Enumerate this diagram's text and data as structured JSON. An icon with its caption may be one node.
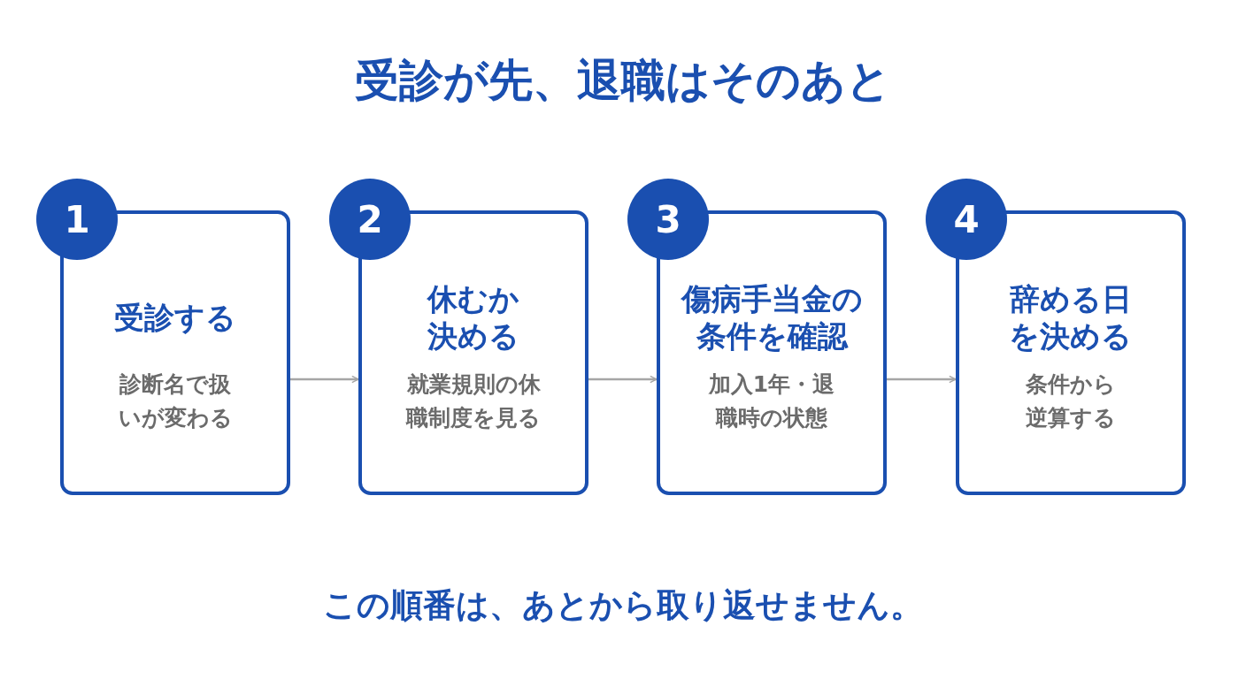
{
  "diagram": {
    "title": "受診が先、退職はそのあと",
    "nodes": [
      {
        "text": [
          "1"
        ]
      },
      {
        "text": [
          "受診する",
          "診断名で扱いが変わる"
        ]
      },
      {
        "text": [
          "2"
        ]
      },
      {
        "text": [
          "休むか決める",
          "就業規則の休職制度を見る"
        ]
      },
      {
        "text": [
          "3"
        ]
      },
      {
        "text": [
          "傷病手当金の条件を確認",
          "加入1年・退職時の状態"
        ]
      },
      {
        "text": [
          "4"
        ]
      },
      {
        "text": [
          "辞める日を決める",
          "条件から逆算する"
        ]
      }
    ],
    "edges": [
      {
        "from": 1,
        "to": 3,
        "arrow": "to",
        "color": "#a6a6a6"
      },
      {
        "from": 3,
        "to": 5,
        "arrow": "to",
        "color": "#a6a6a6"
      },
      {
        "from": 5,
        "to": 7,
        "arrow": "to",
        "color": "#a6a6a6"
      }
    ],
    "caption": "この順番は、あとから取り返せません。"
  }
}
